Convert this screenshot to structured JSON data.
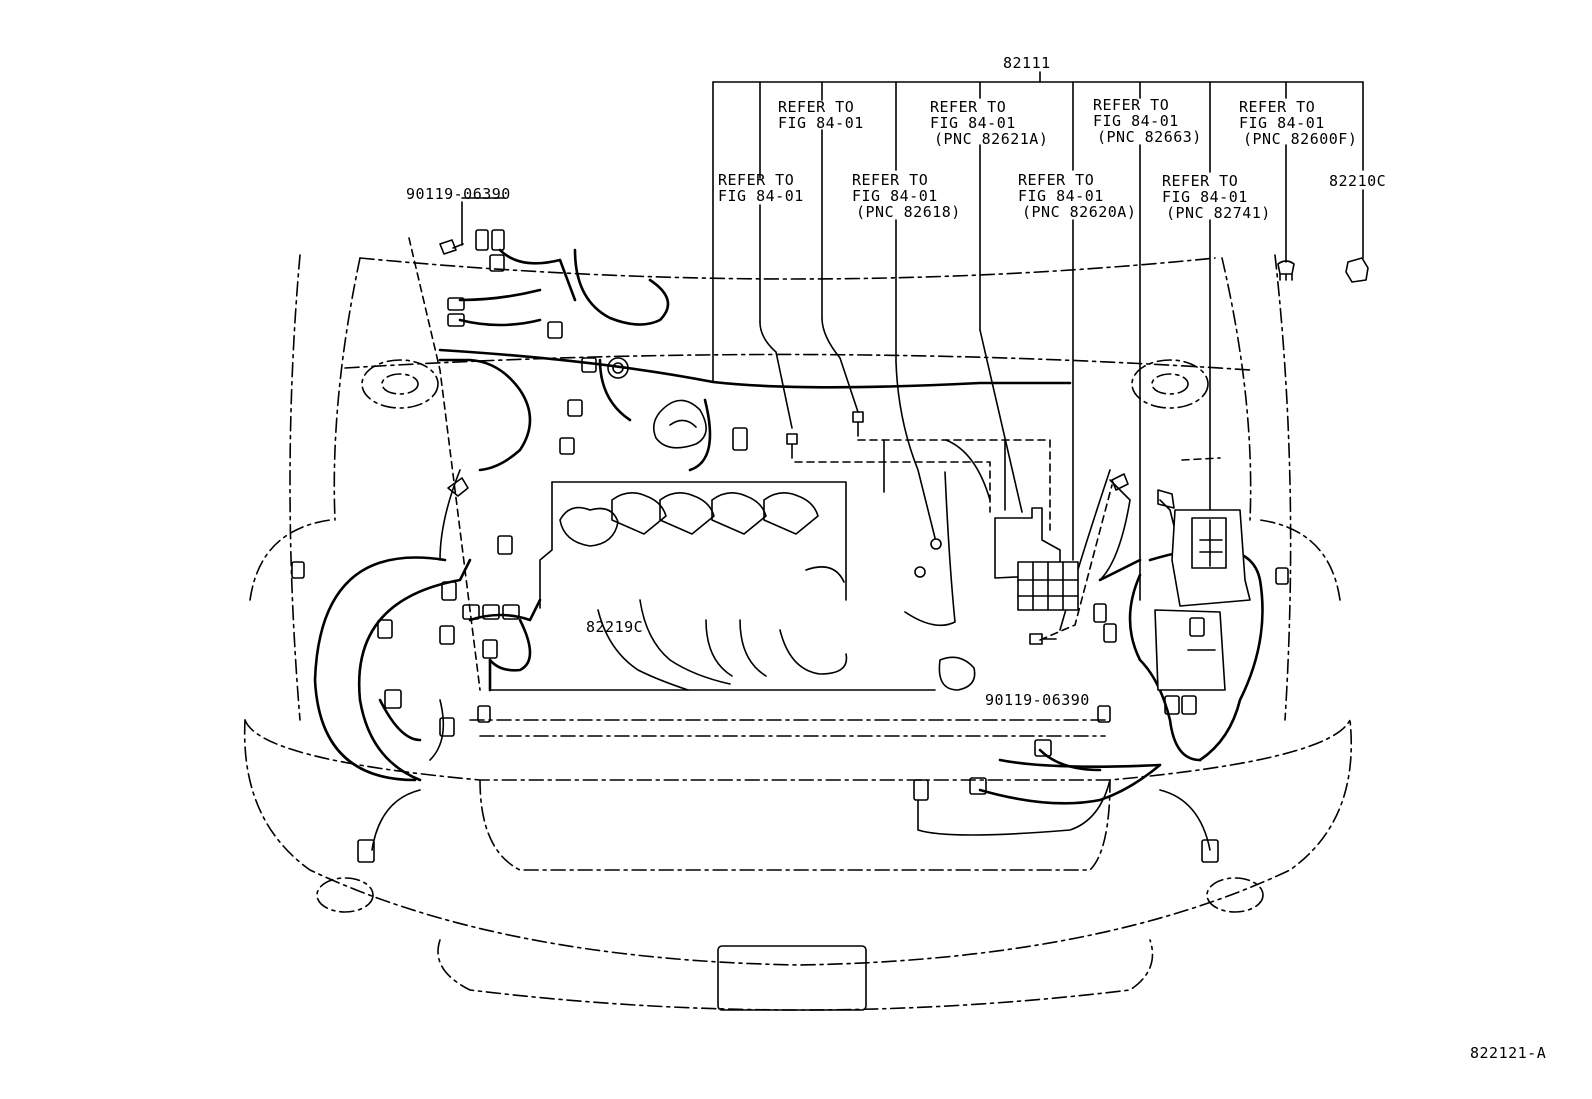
{
  "diagram": {
    "main_part": "82111",
    "refs": [
      {
        "line1": "REFER TO",
        "line2": "FIG 84-01",
        "line3": ""
      },
      {
        "line1": "REFER TO",
        "line2": "FIG 84-01",
        "line3": ""
      },
      {
        "line1": "REFER TO",
        "line2": "FIG 84-01",
        "line3": "(PNC 82618)"
      },
      {
        "line1": "REFER TO",
        "line2": "FIG 84-01",
        "line3": "(PNC 82621A)"
      },
      {
        "line1": "REFER TO",
        "line2": "FIG 84-01",
        "line3": "(PNC 82620A)"
      },
      {
        "line1": "REFER TO",
        "line2": "FIG 84-01",
        "line3": "(PNC 82663)"
      },
      {
        "line1": "REFER TO",
        "line2": "FIG 84-01",
        "line3": "(PNC 82741)"
      },
      {
        "line1": "REFER TO",
        "line2": "FIG 84-01",
        "line3": "(PNC 82600F)"
      }
    ],
    "parts": {
      "bolt_left": "90119-06390",
      "bolt_right": "90119-06390",
      "relay": "82210C",
      "engine_wire": "82219C"
    },
    "figure_code": "822121-A"
  }
}
